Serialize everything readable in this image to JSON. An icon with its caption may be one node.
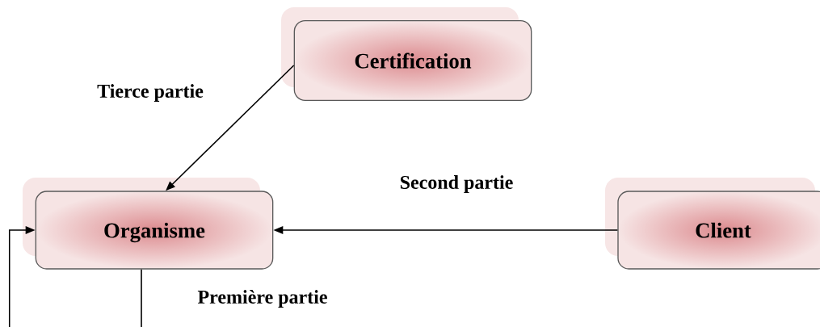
{
  "diagram": {
    "nodes": [
      {
        "text": [
          "Certification"
        ]
      },
      {
        "text": [
          "Organisme"
        ]
      },
      {
        "text": [
          "Client"
        ]
      }
    ],
    "edges": [
      {
        "from": 0,
        "to": 1,
        "arrow": "to",
        "label": "Tierce partie"
      },
      {
        "from": 2,
        "to": 1,
        "arrow": "to",
        "label": "Second partie"
      },
      {
        "from": 1,
        "to": 1,
        "arrow": "to",
        "label": "Première partie"
      }
    ]
  }
}
